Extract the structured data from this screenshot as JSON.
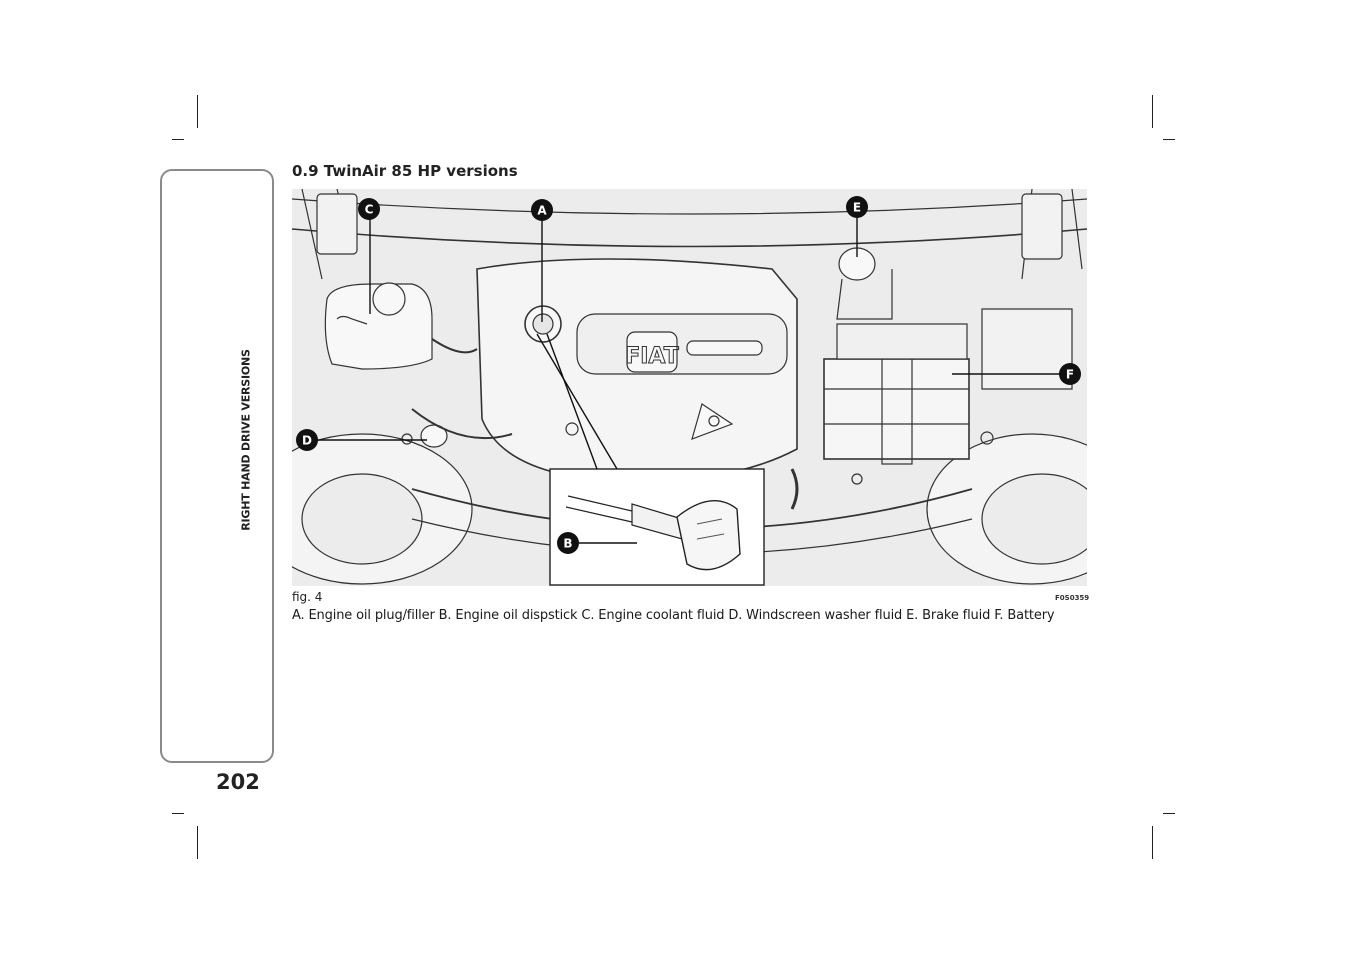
{
  "sidebar": {
    "section_label": "RIGHT HAND DRIVE VERSIONS"
  },
  "page": {
    "number": "202"
  },
  "section": {
    "title": "0.9 TwinAir 85 HP versions"
  },
  "figure": {
    "label": "fig. 4",
    "code": "F0S0359",
    "emblem_text": "FIAT",
    "callouts": [
      "A",
      "B",
      "C",
      "D",
      "E",
      "F"
    ],
    "caption": "A. Engine oil plug/filler B. Engine oil dispstick C. Engine coolant fluid D. Windscreen washer fluid E. Brake fluid F. Battery"
  }
}
